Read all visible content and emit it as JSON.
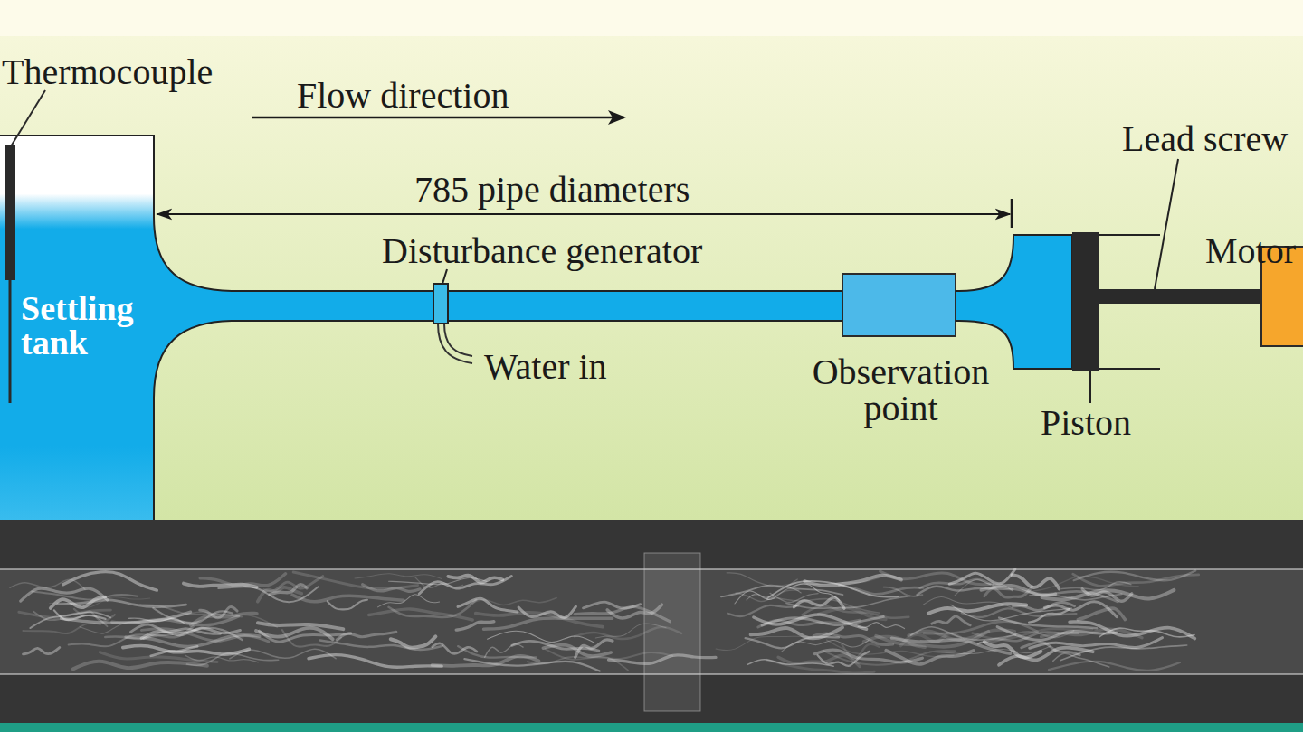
{
  "diagram": {
    "nodes": [
      {
        "text": [
          "Settling tank"
        ]
      },
      {
        "text": [
          "Observation point"
        ]
      },
      {
        "text": [
          "Motor"
        ]
      }
    ],
    "labels": [
      "Thermocouple",
      "Flow direction",
      "Lead screw",
      "785 pipe diameters",
      "Disturbance generator",
      "Water in",
      "Piston"
    ]
  }
}
